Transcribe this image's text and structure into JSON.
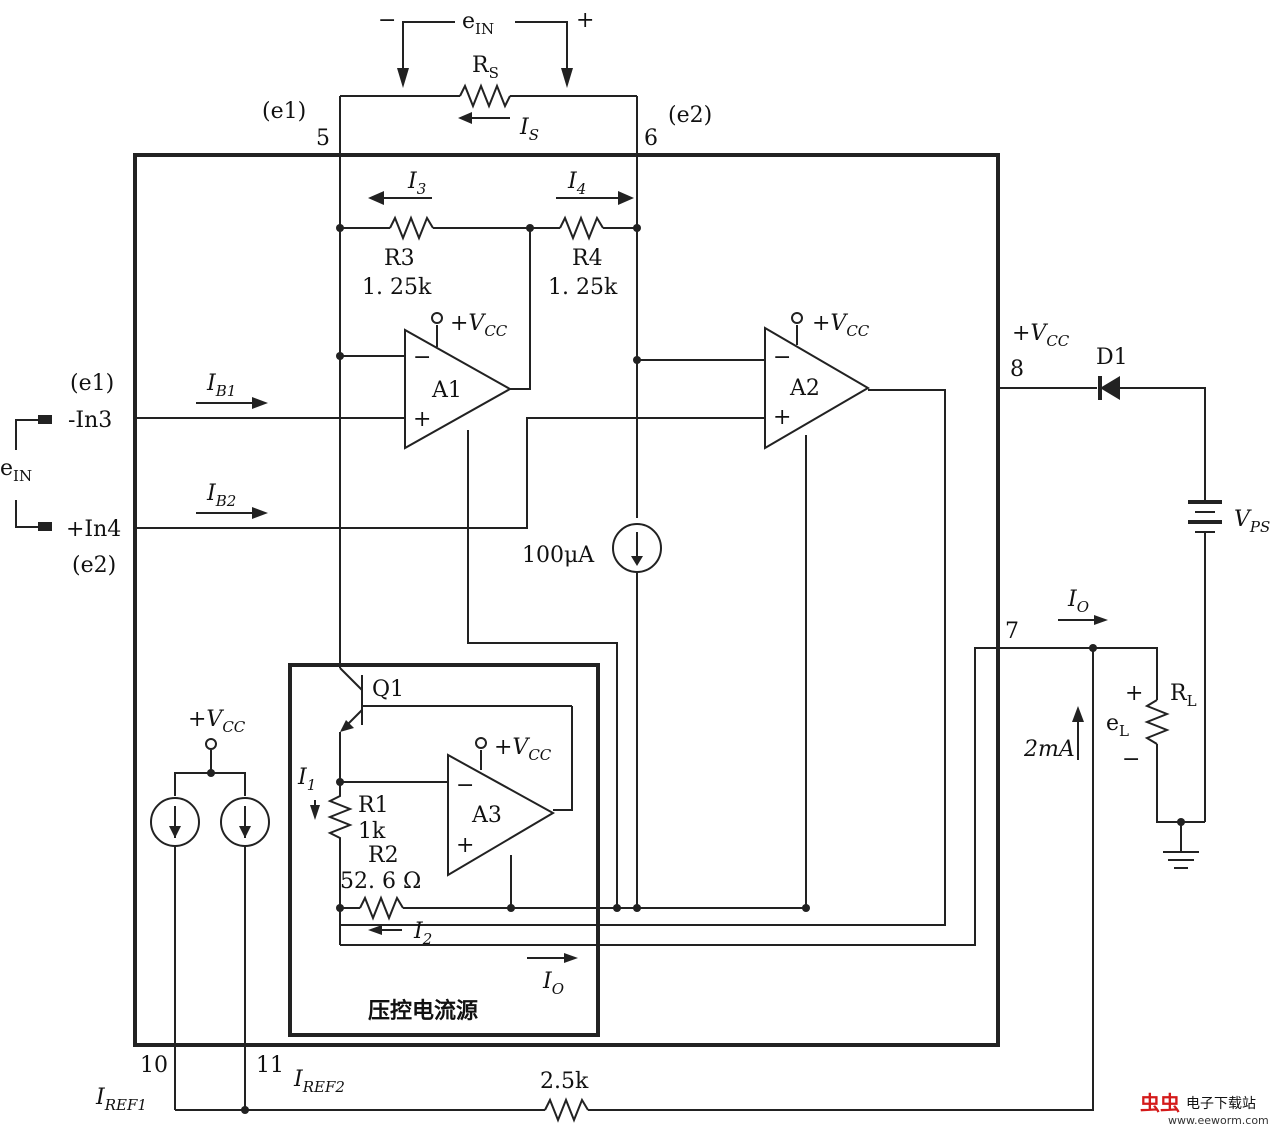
{
  "top": {
    "ein": "e",
    "ein_sub": "IN",
    "minus": "−",
    "plus": "+",
    "rs": "R",
    "rs_sub": "S",
    "is": "I",
    "is_sub": "S"
  },
  "pins": {
    "e1_top": "(e1)",
    "p5": "5",
    "p6": "6",
    "e2_top": "(e2)",
    "e1_left": "(e1)",
    "in3": "-In3",
    "in4": "+In4",
    "e2_left": "(e2)",
    "ein_left": "e",
    "ein_left_sub": "IN",
    "p8": "8",
    "p7": "7",
    "p10": "10",
    "p11": "11"
  },
  "components": {
    "i3": "I",
    "i3_sub": "3",
    "i4": "I",
    "i4_sub": "4",
    "r3": "R3",
    "r3_val": "1. 25k",
    "r4": "R4",
    "r4_val": "1. 25k",
    "vcc": "+V",
    "vcc_sub": "CC",
    "a1": "A1",
    "a2": "A2",
    "a3": "A3",
    "ib1": "I",
    "ib1_sub": "B1",
    "ib2": "I",
    "ib2_sub": "B2",
    "cs100": "100μA",
    "q1": "Q1",
    "i1": "I",
    "i1_sub": "1",
    "r1": "R1",
    "r1_val": "1k",
    "r2": "R2",
    "r2_val": "52. 6 Ω",
    "i2": "I",
    "i2_sub": "2",
    "io_inner": "I",
    "io_inner_sub": "O",
    "vccs": "压控电流源",
    "d1": "D1",
    "vps": "V",
    "vps_sub": "PS",
    "io_out": "I",
    "io_out_sub": "O",
    "ma2": "2mA",
    "rl": "R",
    "rl_sub": "L",
    "el": "e",
    "el_sub": "L",
    "el_plus": "+",
    "el_minus": "−",
    "iref1": "I",
    "iref1_sub": "REF1",
    "iref2": "I",
    "iref2_sub": "REF2",
    "r25k": "2.5k",
    "opamp_minus": "−",
    "opamp_plus": "+"
  },
  "watermark": {
    "brand": "虫虫",
    "site_cn": "电子下载站",
    "url": "www.eeworm.com"
  }
}
